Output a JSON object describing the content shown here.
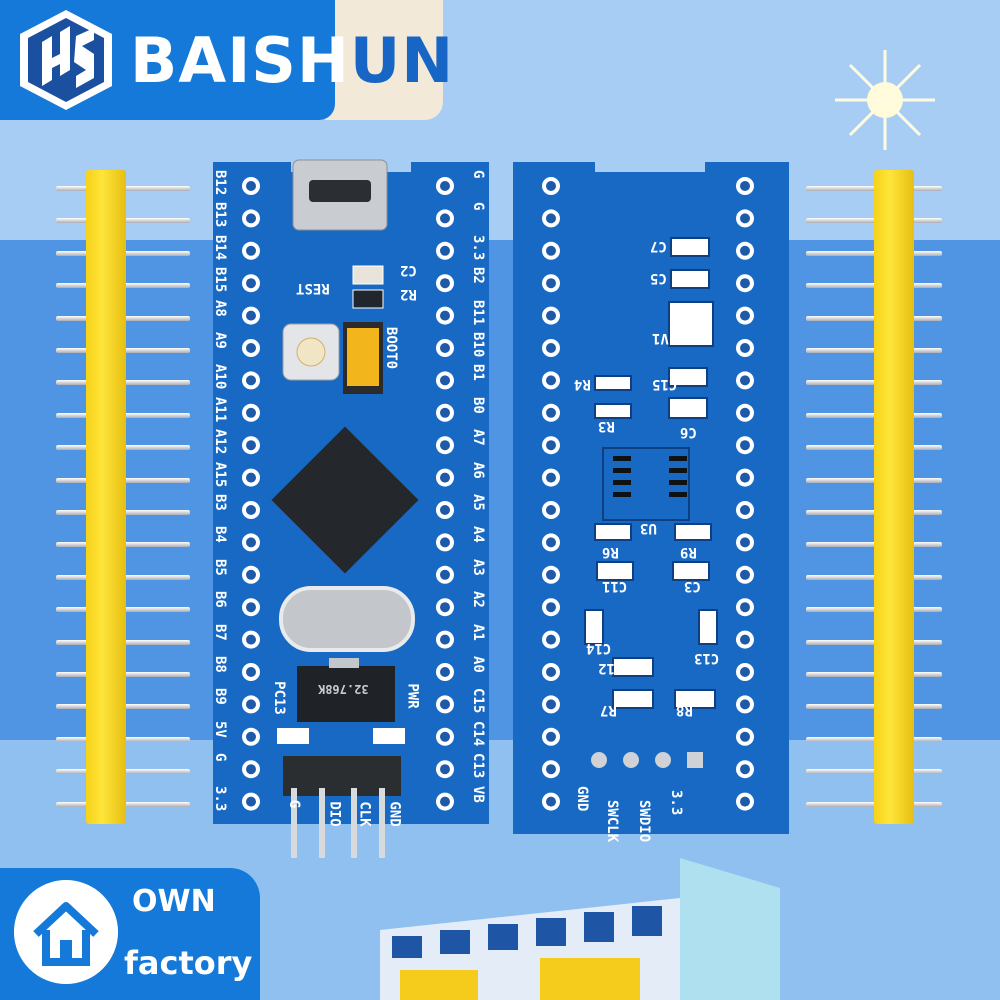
{
  "brand": {
    "name": "BAISHUN",
    "logo_icon": "hs-logo-icon"
  },
  "badge": {
    "line1": "OWN",
    "line2": "factory",
    "icon": "home-icon"
  },
  "front": {
    "left_pins": [
      "B12",
      "B13",
      "B14",
      "B15",
      "A8",
      "A9",
      "A10",
      "A11",
      "A12",
      "A15",
      "B3",
      "B4",
      "B5",
      "B6",
      "B7",
      "B8",
      "B9",
      "5V",
      "G",
      "3.3"
    ],
    "right_pins": [
      "G",
      "G",
      "3.3",
      "B2",
      "B11",
      "B10",
      "B1",
      "B0",
      "A7",
      "A6",
      "A5",
      "A4",
      "A3",
      "A2",
      "A1",
      "A0",
      "C15",
      "C14",
      "C13",
      "VB"
    ],
    "labels": {
      "rest": "REST",
      "boot": "BOOT0",
      "c2": "C2",
      "r2": "R2",
      "pc13": "PC13",
      "pwr": "PWR",
      "crystal": "32.768K",
      "swd_g": "G",
      "swd_io": "DIO",
      "swd_clk": "CLK",
      "swd_gnd": "GND"
    }
  },
  "back": {
    "components": [
      "C7",
      "C5",
      "V1",
      "C15",
      "R4",
      "R3",
      "C6",
      "U3",
      "R6",
      "R9",
      "C11",
      "C3",
      "C14",
      "C13",
      "C12",
      "R7",
      "R8"
    ],
    "swd": [
      "GND",
      "SWCLK",
      "SWDIO",
      "3.3"
    ]
  },
  "colors": {
    "pcb": "#1869c4",
    "header": "#f5d118",
    "brand": "#1479d8"
  }
}
